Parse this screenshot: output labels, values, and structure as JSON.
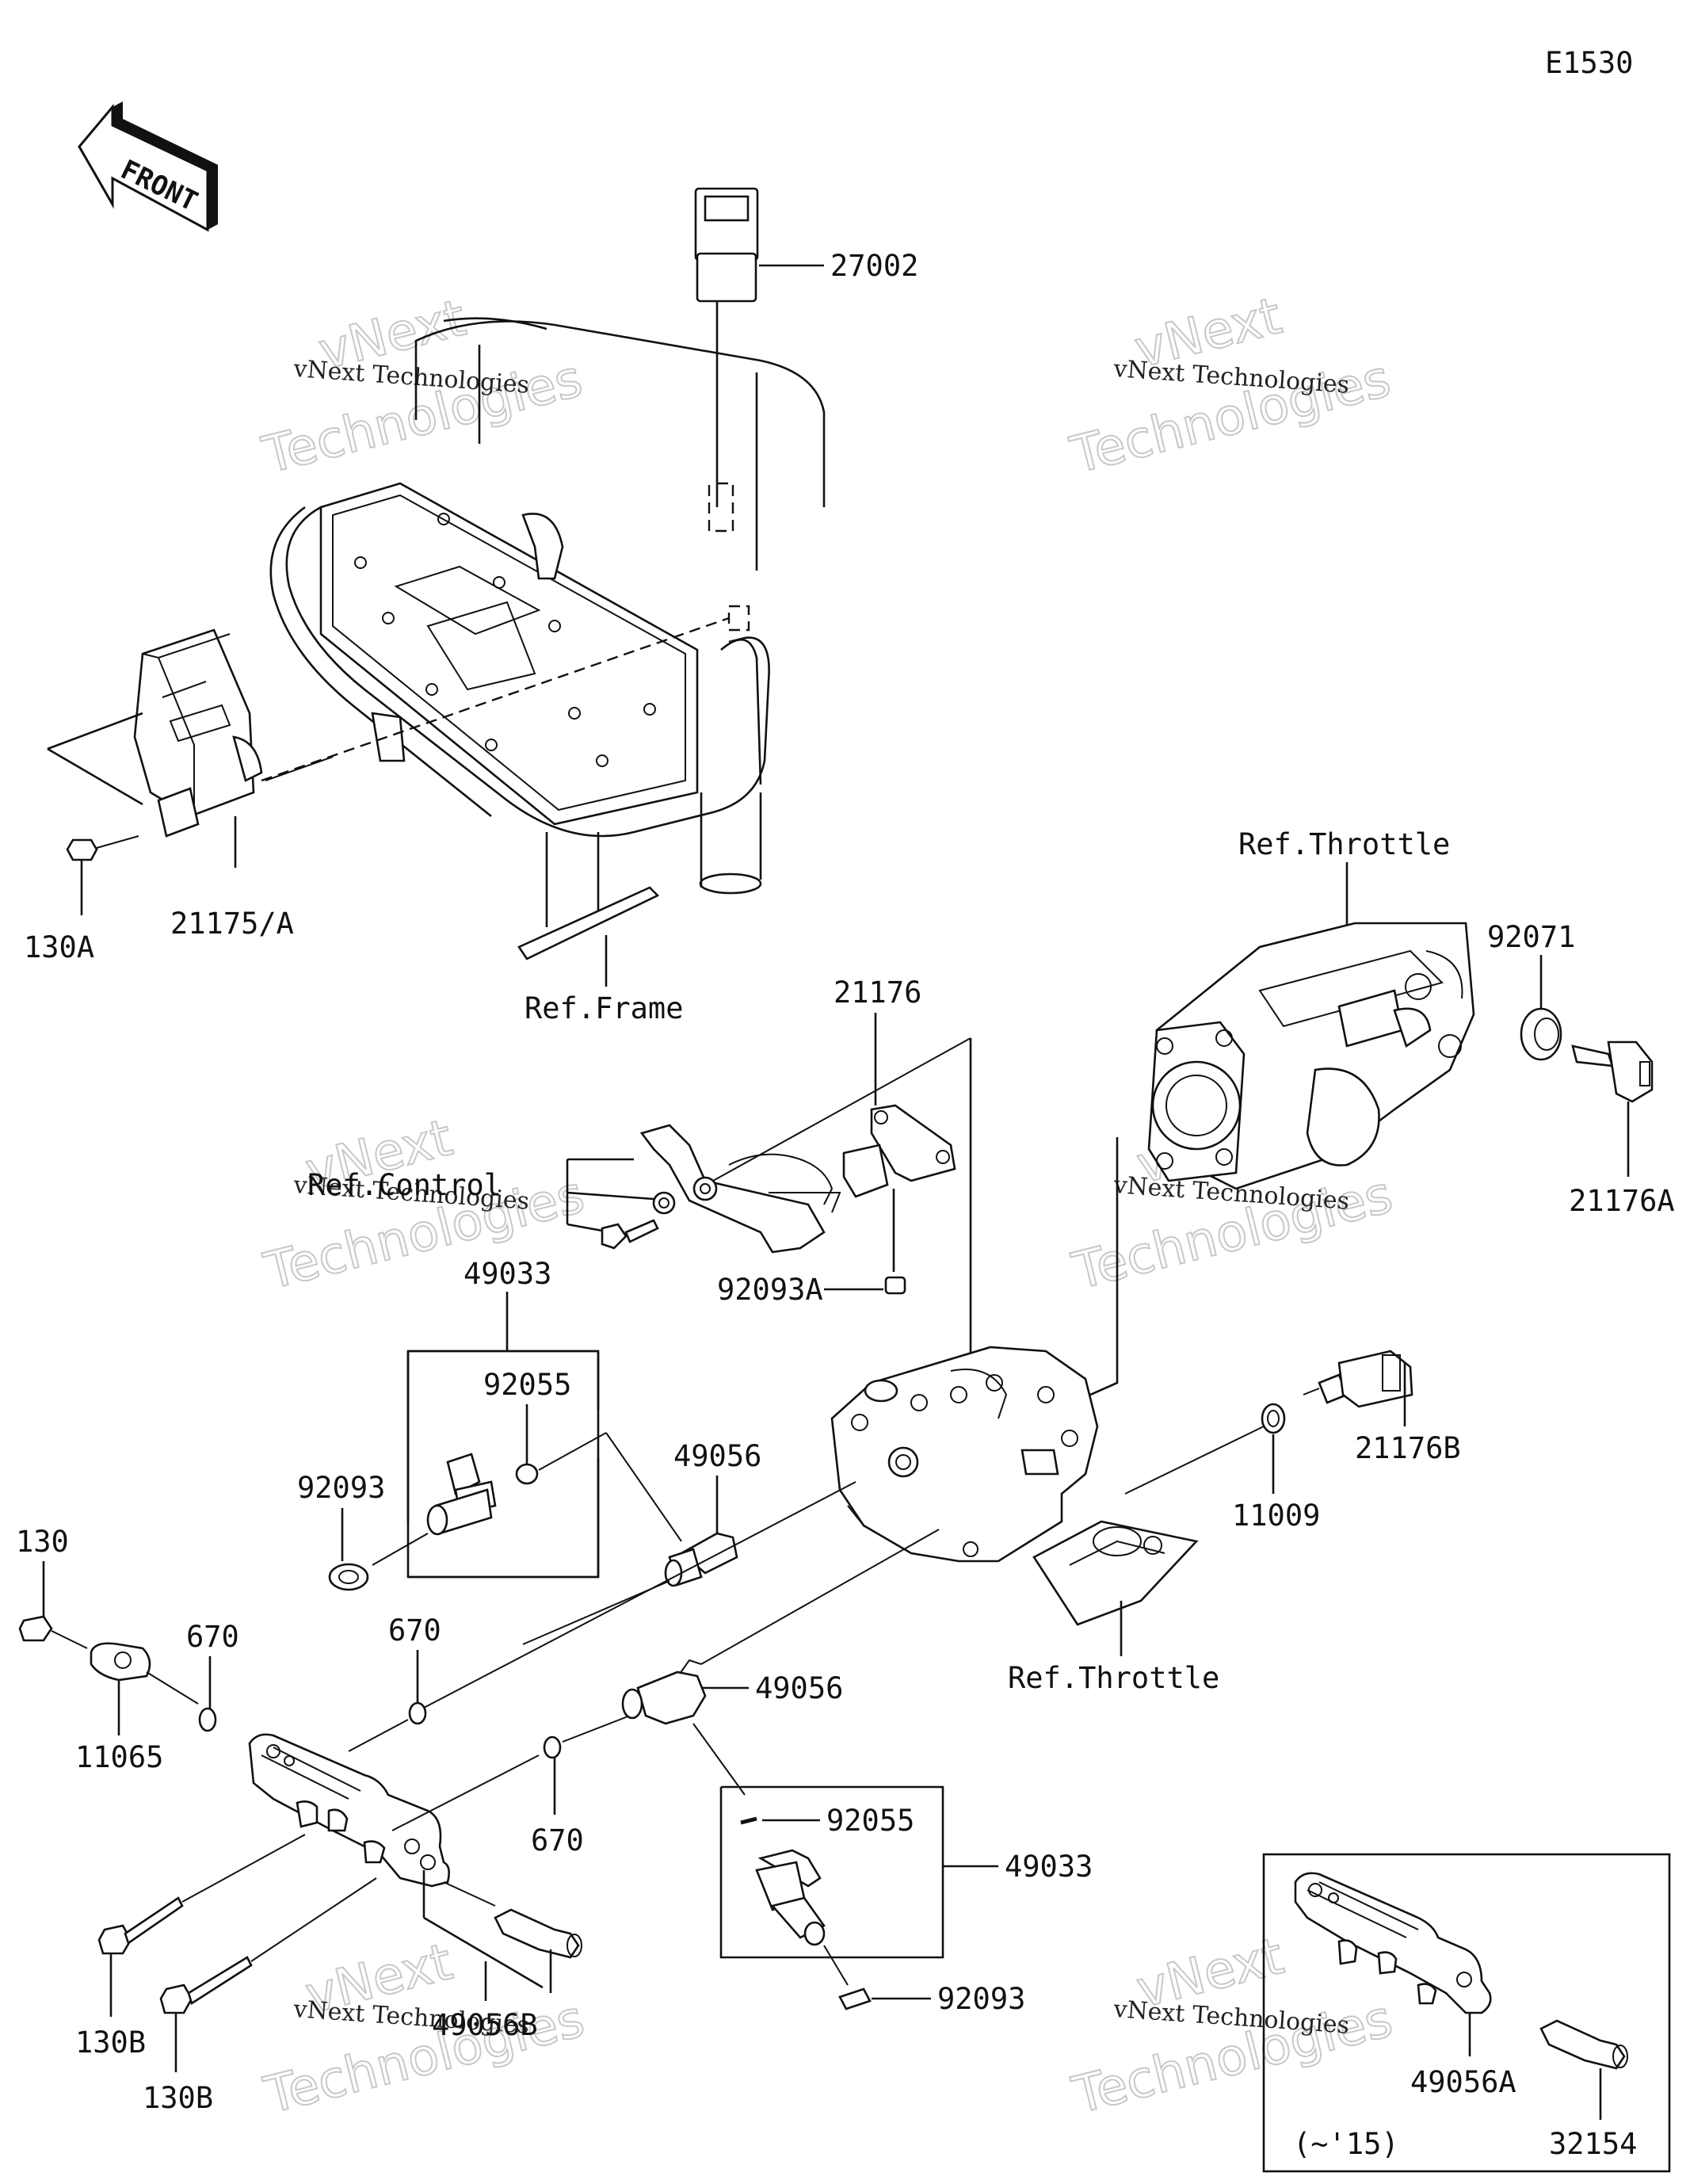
{
  "diagram_code": "E1530",
  "front_arrow_text": "FRONT",
  "labels": {
    "p27002": "27002",
    "p21175": "21175/A",
    "p130A": "130A",
    "ref_frame": "Ref.Frame",
    "ref_throttle_top": "Ref.Throttle",
    "p92071": "92071",
    "p21176A": "21176A",
    "p21176": "21176",
    "ref_control": "Ref.Control",
    "p92093A": "92093A",
    "p49033_top": "49033",
    "p92055_top": "92055",
    "p92093_top": "92093",
    "p49056_top": "49056",
    "p21176B": "21176B",
    "p11009": "11009",
    "ref_throttle_mid": "Ref.Throttle",
    "p130": "130",
    "p670_a": "670",
    "p670_b": "670",
    "p11065": "11065",
    "p49056_mid": "49056",
    "p670_c": "670",
    "p92055_bot": "92055",
    "p49033_bot": "49033",
    "p92093_bot": "92093",
    "p130B_a": "130B",
    "p130B_b": "130B",
    "p49056B": "49056B",
    "p49056A": "49056A",
    "p32154": "32154",
    "inset_note": "(~'15)"
  },
  "watermark": {
    "line1": "vNext Technologies",
    "line2": "vNext",
    "line3": "Technologies"
  }
}
